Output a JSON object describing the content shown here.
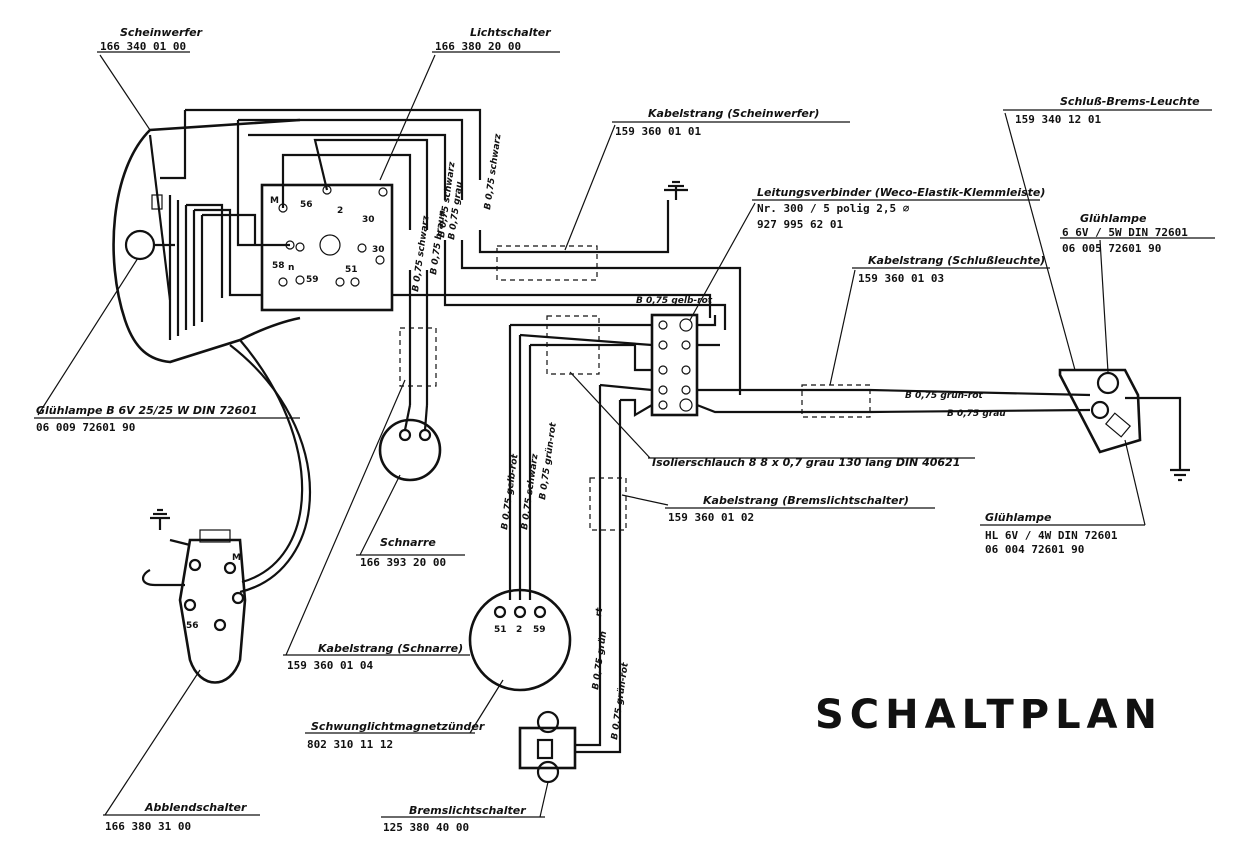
{
  "title": "SCHALTPLAN",
  "components": {
    "scheinwerfer": {
      "name": "Scheinwerfer",
      "number": "166 340 01 00"
    },
    "lichtschalter": {
      "name": "Lichtschalter",
      "number": "166 380 20 00"
    },
    "kabelstrang_scheinwerfer": {
      "name": "Kabelstrang (Scheinwerfer)",
      "number": "159 360 01 01"
    },
    "schluss_brems_leuchte": {
      "name": "Schluß-Brems-Leuchte",
      "number": "159 340 12 01"
    },
    "leitungsverbinder": {
      "name": "Leitungsverbinder (Weco-Elastik-Klemmleiste)",
      "detail": "Nr. 300 / 5 polig 2,5 ⌀",
      "number": "927 995 62 01"
    },
    "gluehlampe_top": {
      "name": "Glühlampe",
      "spec": "6 6V / 5W DIN 72601",
      "number": "06 005 72601 90"
    },
    "kabelstrang_schlussleuchte": {
      "name": "Kabelstrang (Schlußleuchte)",
      "number": "159 360 01 03"
    },
    "gluehlampe_headlight": {
      "name": "Glühlampe B 6V 25/25 W DIN 72601",
      "number": "06 009 72601 90"
    },
    "isolierschlauch": {
      "name": "Isolierschlauch 8 8 x 0,7 grau 130 lang DIN 40621"
    },
    "kabelstrang_bremslichtschalter": {
      "name": "Kabelstrang (Bremslichtschalter)",
      "number": "159 360 01 02"
    },
    "gluehlampe_bottom": {
      "name": "Glühlampe",
      "spec": "HL 6V / 4W DIN 72601",
      "number": "06 004 72601 90"
    },
    "schnarre": {
      "name": "Schnarre",
      "number": "166 393 20 00"
    },
    "kabelstrang_schnarre": {
      "name": "Kabelstrang (Schnarre)",
      "number": "159 360 01 04"
    },
    "schwunglichtmagnetzuender": {
      "name": "Schwunglichtmagnetzünder",
      "number": "802 310 11 12"
    },
    "abblendschalter": {
      "name": "Abblendschalter",
      "number": "166 380 31 00"
    },
    "bremslichtschalter": {
      "name": "Bremslichtschalter",
      "number": "125 380 40 00"
    }
  },
  "wires": {
    "b075_schwarz_1": "B 0,75 schwarz",
    "b075_braun": "B 0,75 braun",
    "b075_grau_top": "B 0,75 grau",
    "b075_schwarz_2": "B 0,75 schwarz",
    "b075_schwarz_3": "B 0,75 schwarz",
    "b075_gelbrot_top": "B 0,75 gelb-rot",
    "b075_gruen_rot_tail": "B 0,75 grün-rot",
    "b075_grau_tail": "B 0,75 grau",
    "b075_gelb_rot": "B 0,75 gelb-rot",
    "b075_schwarz_mag": "B 0,75 schwarz",
    "b075_gruen_rot_mag": "B 0,75 grün-rot",
    "b075_gruen": "B 0,75 grün",
    "b075_gruen_rot_brake": "B 0,75 grün-rot",
    "rt": "rt"
  },
  "pins": {
    "switch": [
      "M",
      "56",
      "2",
      "30",
      "n",
      "58",
      "59",
      "51",
      "30"
    ],
    "magneto": [
      "51",
      "2",
      "59"
    ],
    "abblend": [
      "M",
      "56"
    ]
  }
}
